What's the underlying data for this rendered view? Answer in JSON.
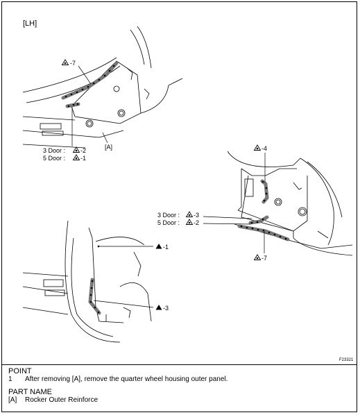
{
  "figure": {
    "side_label": "[LH]",
    "figure_code": "F23321",
    "top_left": {
      "sym_label": "-7",
      "door3_label": "3 Door :",
      "door3_sym": "-2",
      "door5_label": "5 Door :",
      "door5_sym": "-1",
      "part_tag": "[A]"
    },
    "right": {
      "sym_top": "-4",
      "door3_label": "3 Door :",
      "door3_sym": "-3",
      "door5_label": "5 Door :",
      "door5_sym": "-2",
      "sym_bottom": "-7"
    },
    "bottom_left": {
      "sym_1": "-1",
      "sym_2": "-3"
    }
  },
  "point": {
    "heading": "POINT",
    "items": [
      {
        "num": "1",
        "text": "After removing [A], remove the quarter wheel housing outer panel."
      }
    ]
  },
  "part_name": {
    "heading": "PART NAME",
    "items": [
      {
        "tag": "[A]",
        "text": "Rocker Outer Reinforce"
      }
    ]
  }
}
